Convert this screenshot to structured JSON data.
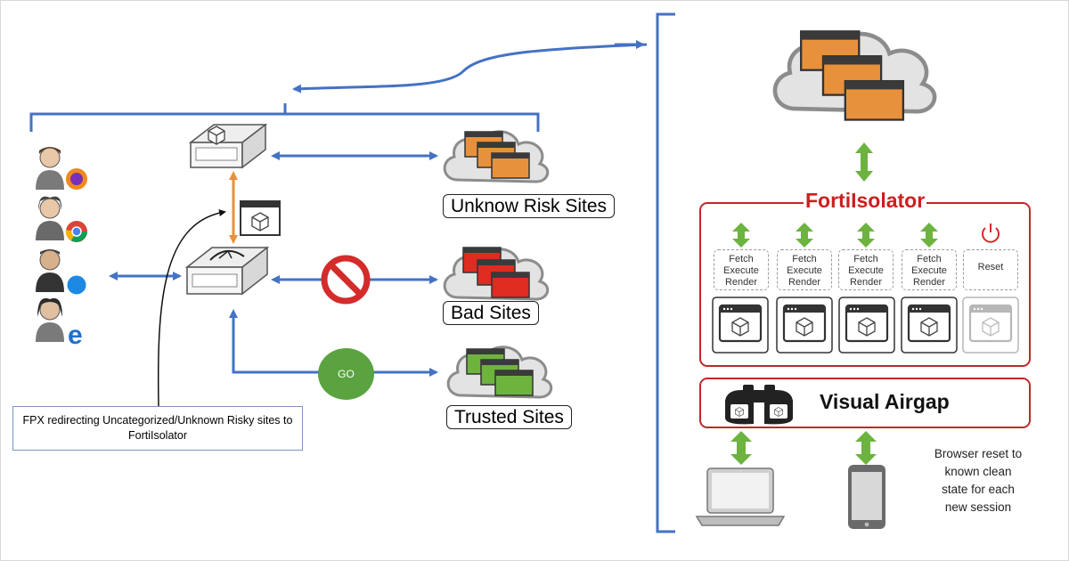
{
  "sites": {
    "unknown": "Unknow Risk Sites",
    "bad": "Bad Sites",
    "trusted": "Trusted Sites"
  },
  "note": "FPX redirecting Uncategorized/Unknown Risky sites to FortiIsolator",
  "go_label": "GO",
  "isolator": {
    "title": "FortiIsolator",
    "columns": [
      {
        "lines": [
          "Fetch",
          "Execute",
          "Render"
        ]
      },
      {
        "lines": [
          "Fetch",
          "Execute",
          "Render"
        ]
      },
      {
        "lines": [
          "Fetch",
          "Execute",
          "Render"
        ]
      },
      {
        "lines": [
          "Fetch",
          "Execute",
          "Render"
        ]
      },
      {
        "lines": [
          "Reset"
        ]
      }
    ]
  },
  "airgap": {
    "label": "Visual Airgap"
  },
  "reset_note": "Browser reset to known clean state for each new session",
  "colors": {
    "blue_arrow": "#4472c4",
    "orange_arrow": "#e8913c",
    "green_arrow": "#6cb33f",
    "red_border": "#c0282a",
    "window_orange": "#e8913c",
    "window_red": "#e02b20",
    "window_green": "#6fb33f"
  },
  "icons": [
    "user-firefox-icon",
    "user-chrome-icon",
    "user-safari-icon",
    "user-edge-icon",
    "appliance-icon",
    "proxy-appliance-icon",
    "isolated-window-icon",
    "block-icon",
    "cloud-icon",
    "binoculars-icon",
    "power-icon",
    "laptop-icon",
    "tablet-icon"
  ]
}
